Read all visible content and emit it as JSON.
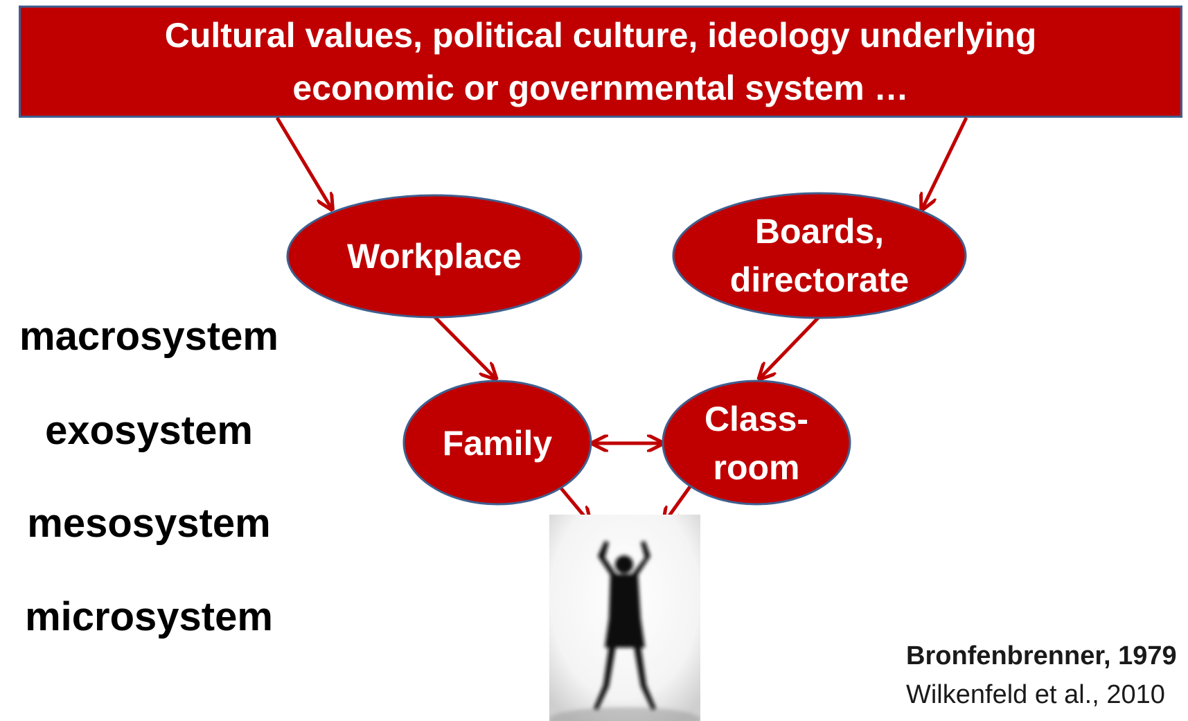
{
  "top_box": {
    "line1": "Cultural values, political culture,  ideology underlying",
    "line2": "economic or governmental system …"
  },
  "nodes": {
    "workplace": "Workplace",
    "boards": {
      "line1": "Boards,",
      "line2": "directorate"
    },
    "family": "Family",
    "classroom": {
      "line1": "Class-",
      "line2": "room"
    }
  },
  "levels": [
    "macrosystem",
    "exosystem",
    "mesosystem",
    "microsystem"
  ],
  "citations": {
    "primary": "Bronfenbrenner, 1979",
    "secondary": "Wilkenfeld et al., 2010"
  },
  "colors": {
    "box_fill": "#c00000",
    "box_border": "#3f5f8f",
    "arrow": "#c00000",
    "node_text": "#ffffff"
  },
  "icons": {
    "person": "silhouette-person-arms-raised"
  }
}
